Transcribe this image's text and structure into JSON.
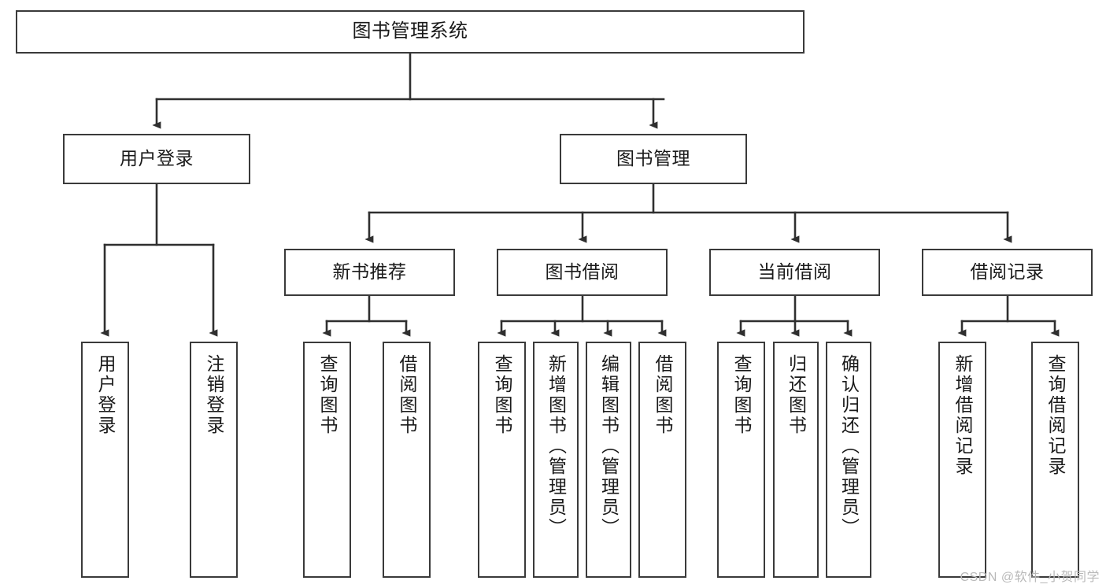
{
  "diagram": {
    "title": "图书管理系统",
    "type": "tree-hierarchy-diagram",
    "watermark": "CSDN @软件_小贺同学",
    "colors": {
      "box_border": "#3a3a3a",
      "box_fill": "#ffffff",
      "edge": "#2f2f2f",
      "text": "#1a1a1a",
      "watermark": "#b9b9b9",
      "background": "#ffffff"
    },
    "root": {
      "id": "root",
      "label": "图书管理系统"
    },
    "level2": [
      {
        "id": "user-login",
        "label": "用户登录"
      },
      {
        "id": "book-manage",
        "label": "图书管理"
      }
    ],
    "level3": [
      {
        "id": "new-book-recommend",
        "label": "新书推荐",
        "parent": "book-manage"
      },
      {
        "id": "book-borrow",
        "label": "图书借阅",
        "parent": "book-manage"
      },
      {
        "id": "current-borrow",
        "label": "当前借阅",
        "parent": "book-manage"
      },
      {
        "id": "borrow-record",
        "label": "借阅记录",
        "parent": "book-manage"
      }
    ],
    "leaves": [
      {
        "id": "leaf-user-login",
        "label": "用户登录",
        "parent": "user-login"
      },
      {
        "id": "leaf-logout",
        "label": "注销登录",
        "parent": "user-login"
      },
      {
        "id": "leaf-query-book-1",
        "label": "查询图书",
        "parent": "new-book-recommend"
      },
      {
        "id": "leaf-borrow-book-1",
        "label": "借阅图书",
        "parent": "new-book-recommend"
      },
      {
        "id": "leaf-query-book-2",
        "label": "查询图书",
        "parent": "book-borrow"
      },
      {
        "id": "leaf-add-book",
        "label": "新增图书（管理员）",
        "parent": "book-borrow"
      },
      {
        "id": "leaf-edit-book",
        "label": "编辑图书（管理员）",
        "parent": "book-borrow"
      },
      {
        "id": "leaf-borrow-book-2",
        "label": "借阅图书",
        "parent": "book-borrow"
      },
      {
        "id": "leaf-query-book-3",
        "label": "查询图书",
        "parent": "current-borrow"
      },
      {
        "id": "leaf-return-book",
        "label": "归还图书",
        "parent": "current-borrow"
      },
      {
        "id": "leaf-confirm-return",
        "label": "确认归还（管理员）",
        "parent": "current-borrow"
      },
      {
        "id": "leaf-add-record",
        "label": "新增借阅记录",
        "parent": "borrow-record"
      },
      {
        "id": "leaf-query-record",
        "label": "查询借阅记录",
        "parent": "borrow-record"
      }
    ]
  }
}
